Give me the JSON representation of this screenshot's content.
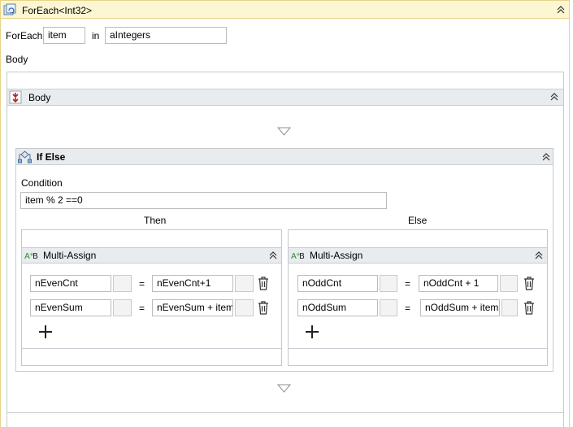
{
  "foreach": {
    "title": "ForEach<Int32>",
    "foreach_label": "ForEach",
    "item_value": "item",
    "in_label": "in",
    "collection_value": "aIntegers",
    "body_label": "Body"
  },
  "sequence": {
    "title": "Body"
  },
  "ifelse": {
    "title": "If Else",
    "condition_label": "Condition",
    "condition_value": "item % 2 ==0",
    "then_label": "Then",
    "else_label": "Else"
  },
  "then_assign": {
    "title": "Multi-Assign",
    "rows": [
      {
        "target": "nEvenCnt",
        "equals": "=",
        "value": "nEvenCnt+1"
      },
      {
        "target": "nEvenSum",
        "equals": "=",
        "value": "nEvenSum + item"
      }
    ]
  },
  "else_assign": {
    "title": "Multi-Assign",
    "rows": [
      {
        "target": "nOddCnt",
        "equals": "=",
        "value": "nOddCnt + 1"
      },
      {
        "target": "nOddSum",
        "equals": "=",
        "value": "nOddSum + item"
      }
    ]
  },
  "icons": {
    "foreach": "foreach-activity-icon",
    "sequence": "sequence-icon",
    "ifelse": "if-else-icon",
    "assign": "multi-assign-icon",
    "collapse": "collapse-chevron-icon",
    "drop": "drop-target-arrow-icon",
    "delete": "trash-icon",
    "add": "plus-icon"
  },
  "colors": {
    "foreach_header": "#fdf6d3",
    "foreach_border": "#e6d48a",
    "activity_header": "#e9ecef",
    "assign_icon_green": "#2e8b2e",
    "sequence_icon_red": "#b22222"
  }
}
